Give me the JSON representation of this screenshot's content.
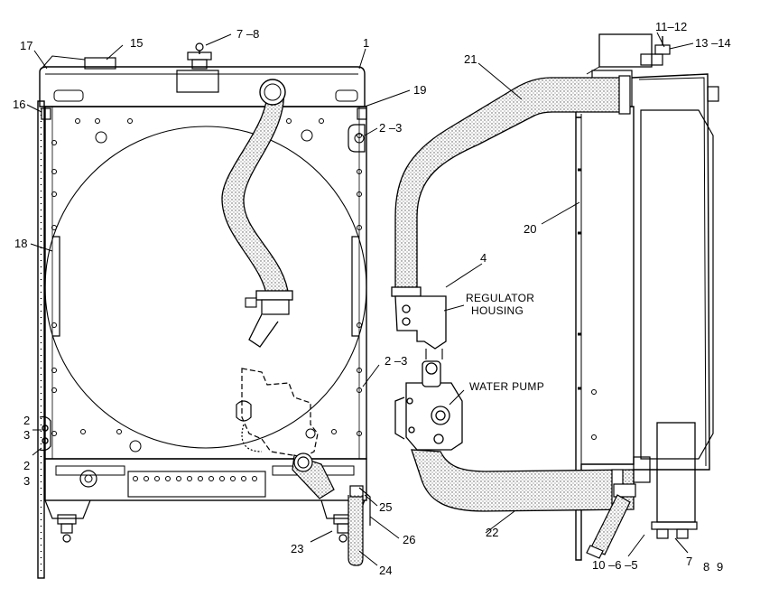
{
  "colors": {
    "line": "#000000",
    "hose_fill": "#f2f2f2",
    "background": "#ffffff"
  },
  "callouts": {
    "c17": "17",
    "c15": "15",
    "c7_8_top": "7 –8",
    "c1": "1",
    "c16": "16",
    "c19": "19",
    "c2_3_upper": "2 –3",
    "c18": "18",
    "c2_3_mid": "2 –3",
    "c2_left_a": "2",
    "c3_left_a": "3",
    "c2_left_b": "2",
    "c3_left_b": "3",
    "c25": "25",
    "c26": "26",
    "c23": "23",
    "c24": "24",
    "c21": "21",
    "c11_12": "11–12",
    "c13_14": "13 –14",
    "c20": "20",
    "c4": "4",
    "c22": "22",
    "c10_6_5": "10 –6 –5",
    "c7": "7",
    "c8": "8",
    "c9": "9"
  },
  "notes": {
    "regulator_line1": "REGULATOR",
    "regulator_line2": "HOUSING",
    "water_pump": "WATER PUMP"
  }
}
